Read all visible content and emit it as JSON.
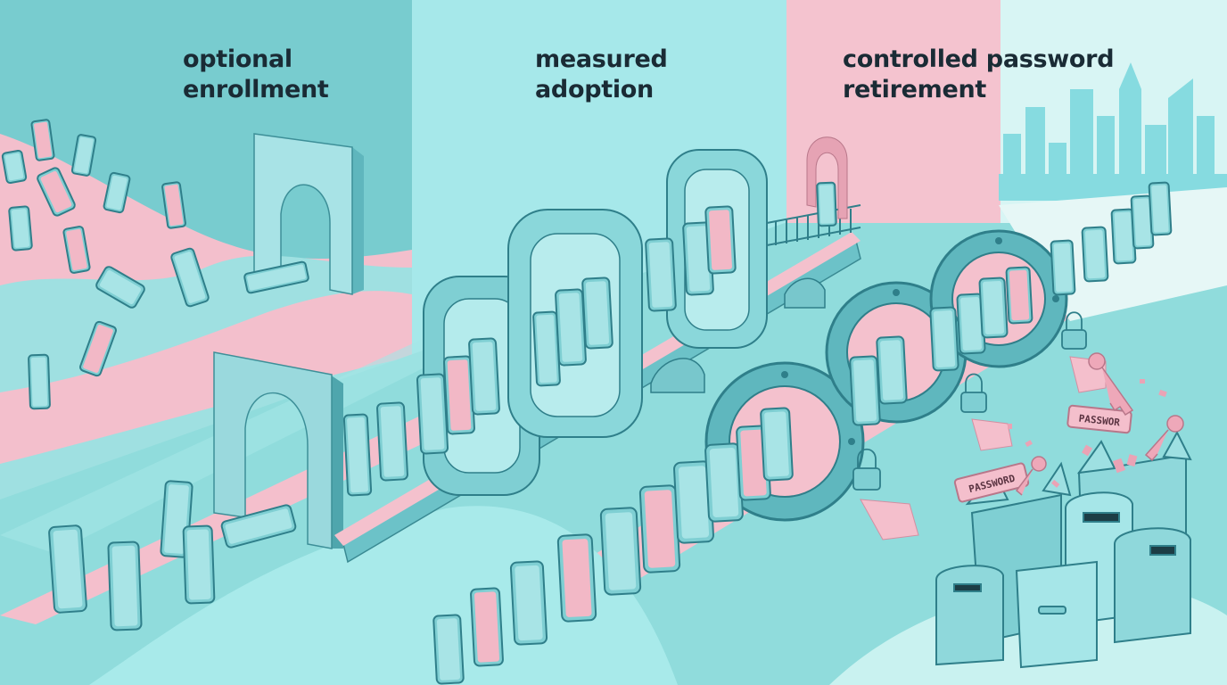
{
  "stages": [
    {
      "id": "optional",
      "lines": [
        "optional",
        "enrollment"
      ]
    },
    {
      "id": "measured",
      "lines": [
        "measured",
        "adoption"
      ]
    },
    {
      "id": "retire",
      "lines": [
        "controlled password",
        "retirement"
      ]
    }
  ],
  "signs": {
    "left": "PASSWORD",
    "right": "PASSWOR"
  },
  "palette": {
    "teal_light": "#a6ecec",
    "teal_mid": "#7fd3d4",
    "teal_dark": "#2f7f8a",
    "pink": "#f4bfcc",
    "pink_light": "#f7d3dc",
    "ink": "#1a2b35"
  }
}
